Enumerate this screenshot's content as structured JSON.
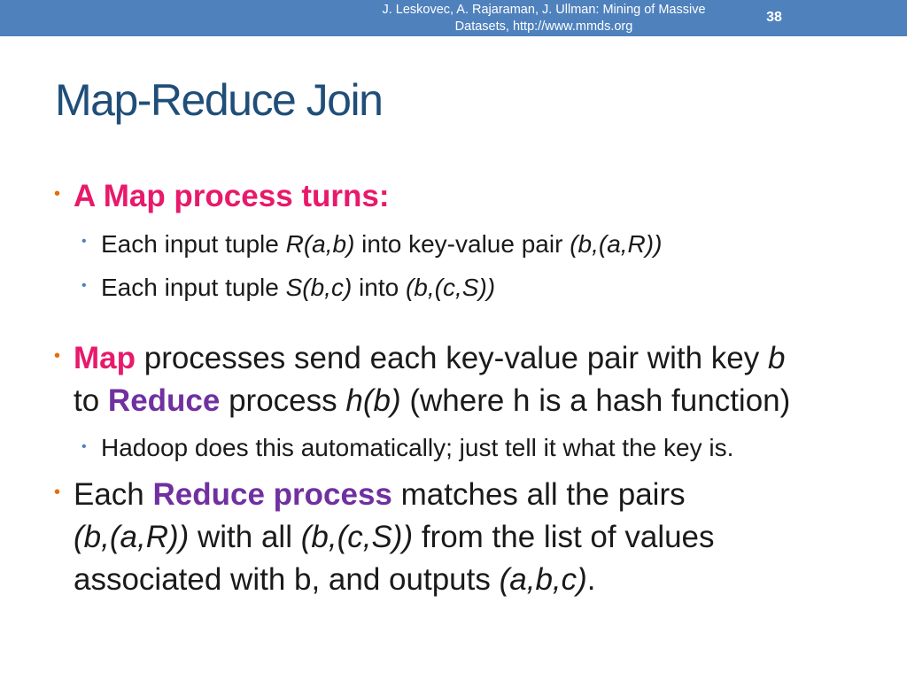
{
  "header": {
    "citation_line1": "J. Leskovec, A. Rajaraman, J. Ullman: Mining of Massive",
    "citation_line2": "Datasets, http://www.mmds.org",
    "slide_number": "38"
  },
  "title": "Map-Reduce Join",
  "bullet1": {
    "heading": "A Map process turns:",
    "sub1": {
      "t1": "Each input tuple ",
      "t2": "R(a,b)",
      "t3": " into key-value pair ",
      "t4": "(b,(a,R))"
    },
    "sub2": {
      "t1": "Each input tuple ",
      "t2": "S(b,c)",
      "t3": " into ",
      "t4": "(b,(c,S))"
    }
  },
  "bullet2": {
    "w1": "Map",
    "w2": " processes send each key-value pair with key ",
    "w3": "b",
    "w4": "to ",
    "w5": "Reduce",
    "w6": " process ",
    "w7": "h(b)",
    "w8": " (where h is a hash function)",
    "sub1": "Hadoop does this automatically; just tell it what the key is."
  },
  "bullet3": {
    "w1": "Each ",
    "w2": "Reduce process",
    "w3": " matches all the pairs",
    "w4": "(b,(a,R))",
    "w5": " with all ",
    "w6": "(b,(c,S))",
    "w7": " from the list of values",
    "w8": "associated with b, and outputs ",
    "w9": "(a,b,c)",
    "w10": "."
  },
  "colors": {
    "header_bar": "#4f81bd",
    "title": "#1f4e79",
    "emphasis_pink": "#e8196b",
    "emphasis_purple": "#7030a0",
    "bullet_orange": "#e46c0a"
  }
}
